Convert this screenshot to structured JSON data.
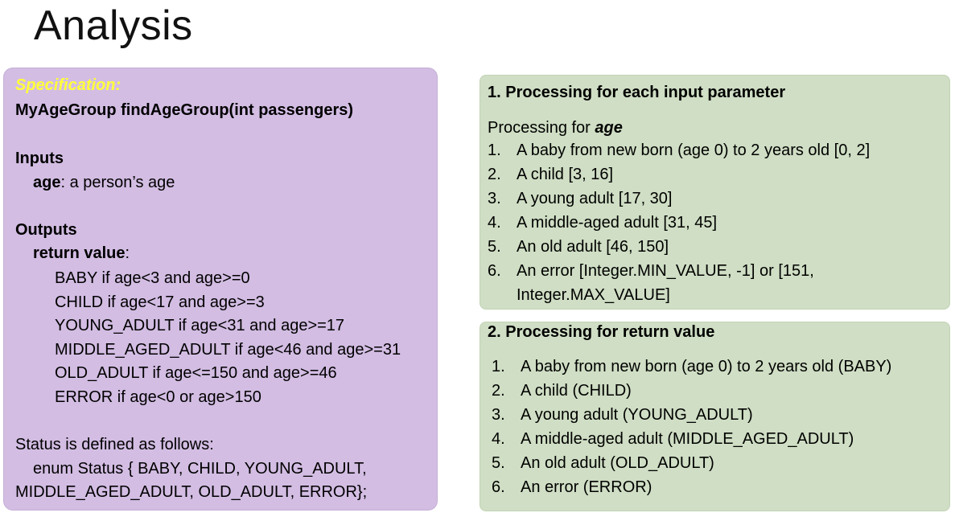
{
  "page": {
    "title": "Analysis"
  },
  "spec": {
    "heading": "Specification:",
    "signature": "MyAgeGroup findAgeGroup(int passengers)",
    "inputs_label": "Inputs",
    "input_name": "age",
    "input_desc": ": a person’s age",
    "outputs_label": "Outputs",
    "return_label": "return value",
    "return_colon": ":",
    "rules": [
      "BABY if age<3 and age>=0",
      "CHILD if age<17 and age>=3",
      "YOUNG_ADULT if age<31 and age>=17",
      "MIDDLE_AGED_ADULT if age<46 and age>=31",
      "OLD_ADULT if age<=150 and age>=46",
      "ERROR if age<0 or age>150"
    ],
    "status_line": "Status is defined as follows:",
    "enum_line1": "enum Status { BABY, CHILD, YOUNG_ADULT,",
    "enum_line2": "MIDDLE_AGED_ADULT, OLD_ADULT, ERROR};"
  },
  "box1": {
    "heading": "1. Processing for each input parameter",
    "sub_prefix": "Processing for ",
    "sub_param": "age",
    "items": [
      {
        "num": "1.",
        "text": "A baby from new born (age 0) to 2 years old [0, 2]"
      },
      {
        "num": "2.",
        "text": "A child [3, 16]"
      },
      {
        "num": "3.",
        "text": "A young adult [17, 30]"
      },
      {
        "num": "4.",
        "text": "A middle-aged adult [31, 45]"
      },
      {
        "num": "5.",
        "text": "An old adult [46, 150]"
      },
      {
        "num": "6.",
        "text": "An error [Integer.MIN_VALUE, -1] or [151,"
      }
    ],
    "continuation": "Integer.MAX_VALUE]"
  },
  "box2": {
    "heading": "2. Processing for return value",
    "items": [
      {
        "num": "1.",
        "text": "A baby from new born (age 0) to 2 years old (BABY)"
      },
      {
        "num": "2.",
        "text": "A child (CHILD)"
      },
      {
        "num": "3.",
        "text": "A young adult (YOUNG_ADULT)"
      },
      {
        "num": "4.",
        "text": "A middle-aged adult (MIDDLE_AGED_ADULT)"
      },
      {
        "num": "5.",
        "text": "An old adult (OLD_ADULT)"
      },
      {
        "num": "6.",
        "text": "An error (ERROR)"
      }
    ]
  },
  "colors": {
    "spec_background": "#d3bde3",
    "spec_heading": "#ffff3a",
    "green_background": "#cfdec4"
  }
}
